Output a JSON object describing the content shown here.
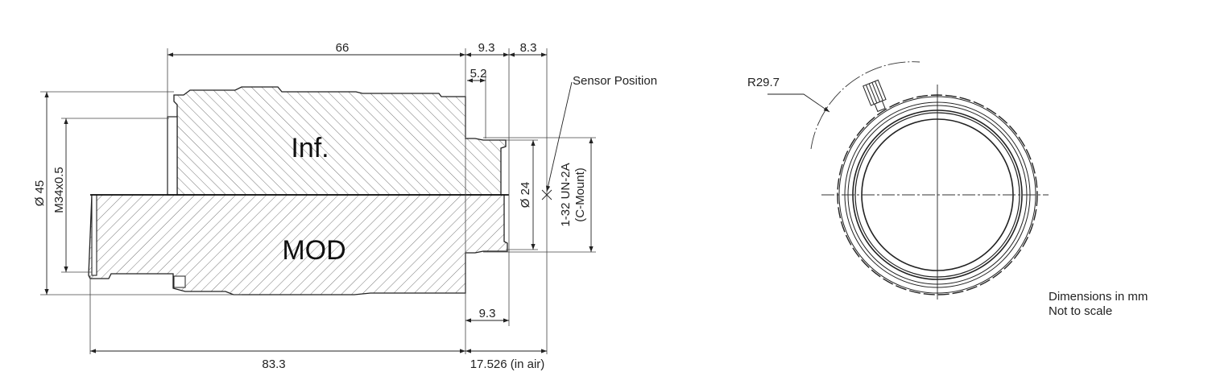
{
  "drawing": {
    "side_view": {
      "section_labels": {
        "top": "Inf.",
        "bottom": "MOD"
      },
      "dimensions": {
        "overall_length": "66",
        "mount_flange": "9.3",
        "flange_to_sensor": "8.3",
        "thread_length": "5.2",
        "outer_diameter": "Ø 45",
        "filter_thread": "M34x0.5",
        "rear_diameter": "Ø 24",
        "mount_thread": "1-32 UN-2A",
        "mount_type": "(C-Mount)",
        "mod_length": "83.3",
        "back_focus": "17.526 (in air)",
        "mod_flange": "9.3"
      },
      "callout": "Sensor Position"
    },
    "front_view": {
      "radius_label": "R29.7"
    },
    "notes": {
      "line1": "Dimensions in mm",
      "line2": "Not to scale"
    }
  }
}
